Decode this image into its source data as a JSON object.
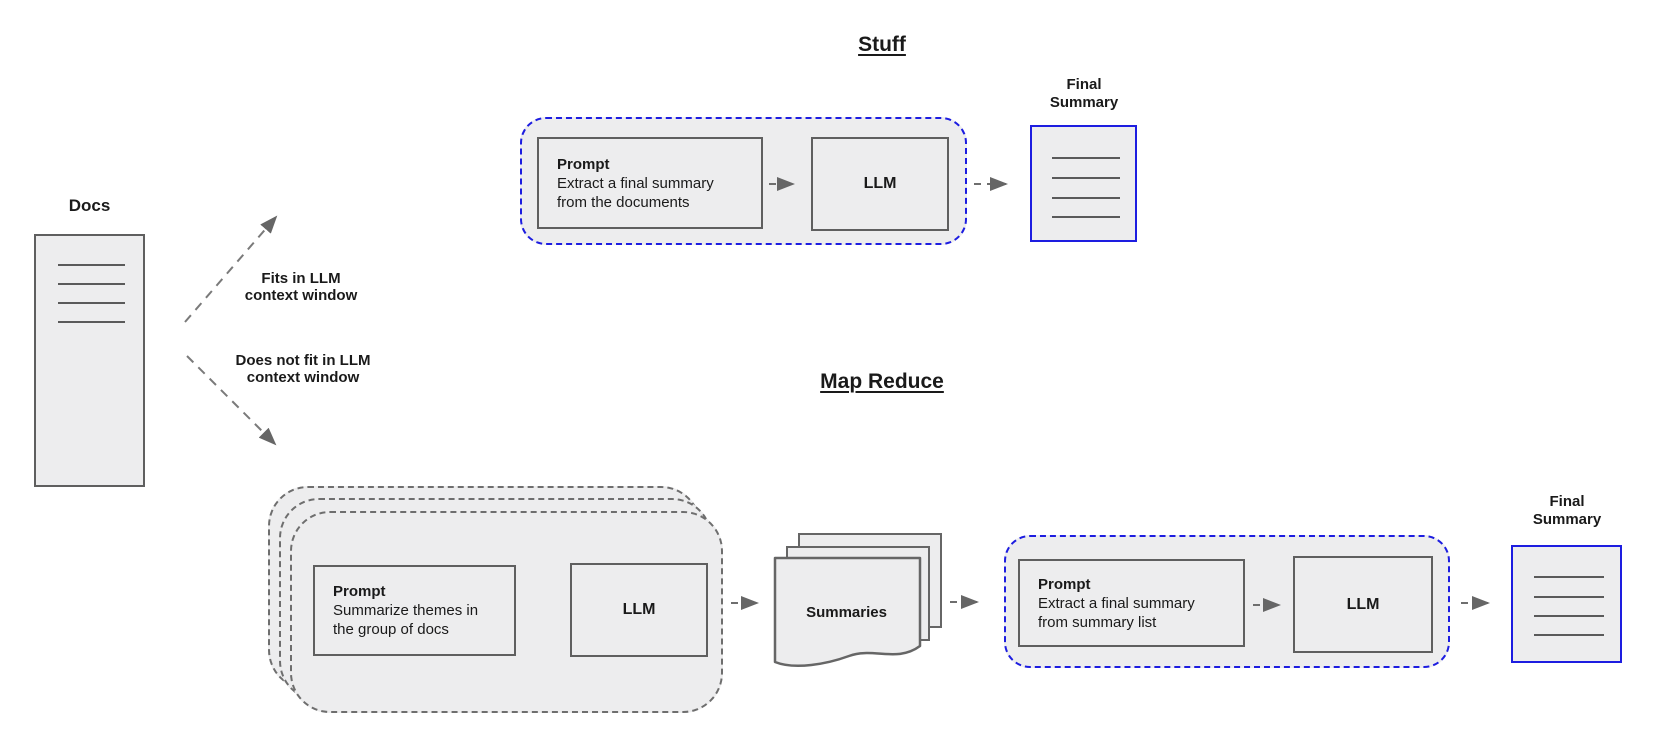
{
  "diagram": {
    "docs": {
      "label": "Docs"
    },
    "branches": {
      "fits_label": "Fits in LLM\ncontext window",
      "no_fit_label": "Does not fit in LLM\ncontext window"
    },
    "stuff": {
      "title": "Stuff",
      "prompt": {
        "heading": "Prompt",
        "body": "Extract a final summary\nfrom the documents"
      },
      "llm_label": "LLM",
      "final_summary_label": "Final\nSummary"
    },
    "map_reduce": {
      "title": "Map Reduce",
      "map_prompt": {
        "heading": "Prompt",
        "body": "Summarize themes in\nthe group of docs"
      },
      "map_llm_label": "LLM",
      "summaries_label": "Summaries",
      "reduce_prompt": {
        "heading": "Prompt",
        "body": "Extract a final summary\nfrom summary list"
      },
      "reduce_llm_label": "LLM",
      "final_summary_label": "Final\nSummary"
    },
    "colors": {
      "accent_blue": "#1d1de0",
      "node_fill": "#ededee",
      "node_border": "#5f5f5f",
      "arrow_gray": "#6e6e6e"
    }
  }
}
